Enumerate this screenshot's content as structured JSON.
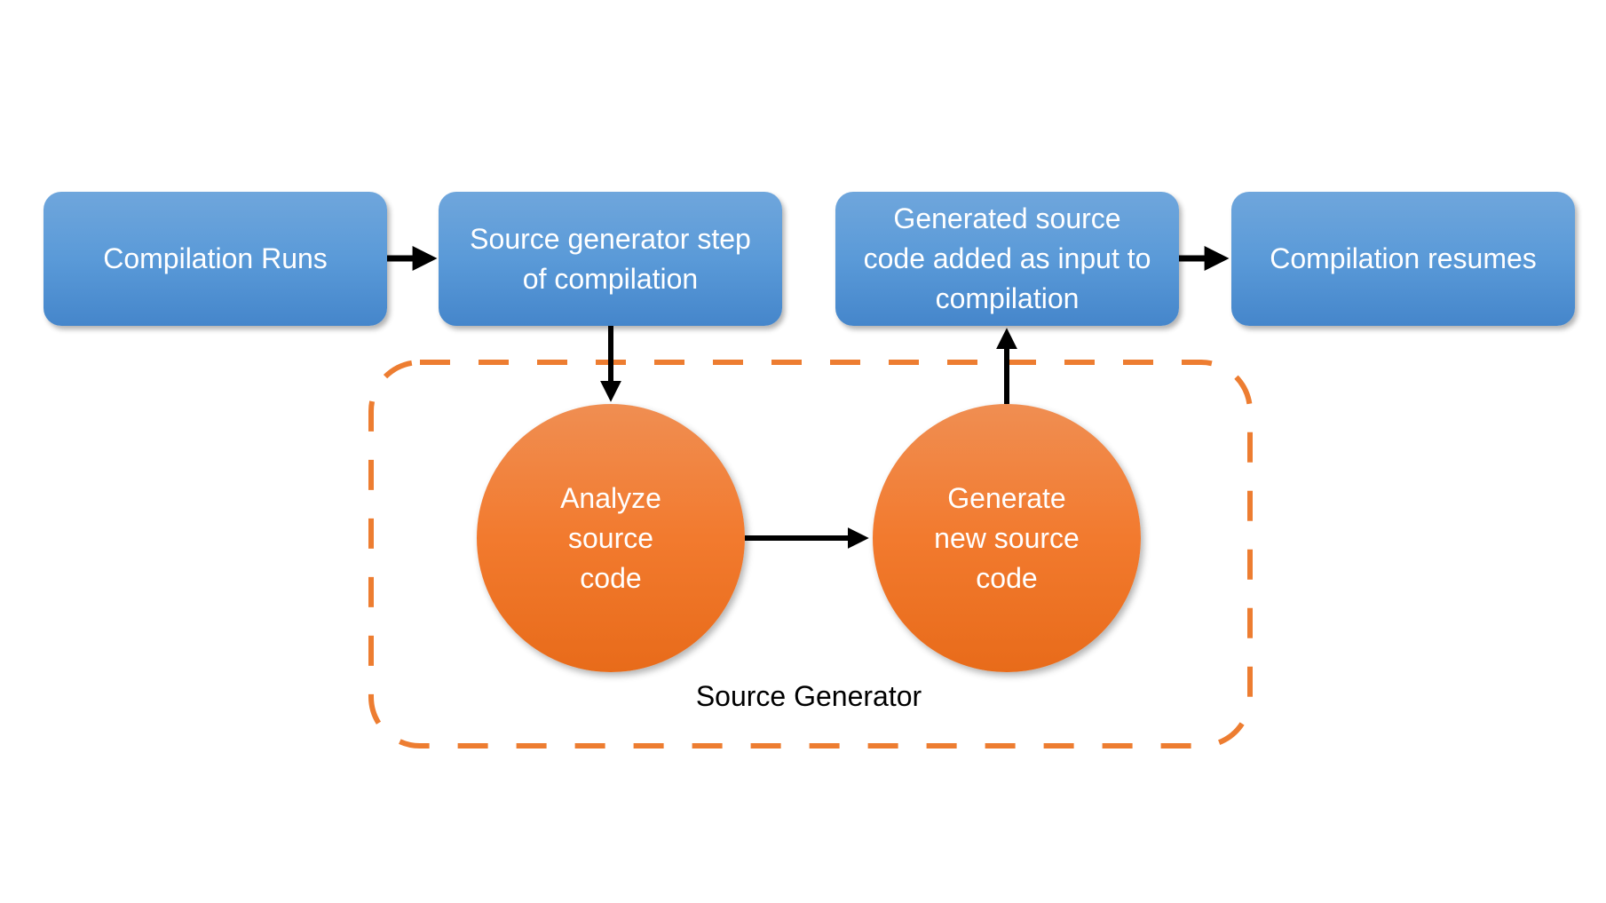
{
  "boxes": [
    {
      "label": "Compilation Runs"
    },
    {
      "label": "Source generator step of compilation"
    },
    {
      "label": "Generated source code added as input to compilation"
    },
    {
      "label": "Compilation resumes"
    }
  ],
  "circles": [
    {
      "label": "Analyze source code"
    },
    {
      "label": "Generate new source code"
    }
  ],
  "group": {
    "label": "Source Generator"
  },
  "colors": {
    "box": "#5b9bd5",
    "circle": "#ed7d31",
    "dash": "#ed7d31",
    "arrow": "#000000"
  }
}
